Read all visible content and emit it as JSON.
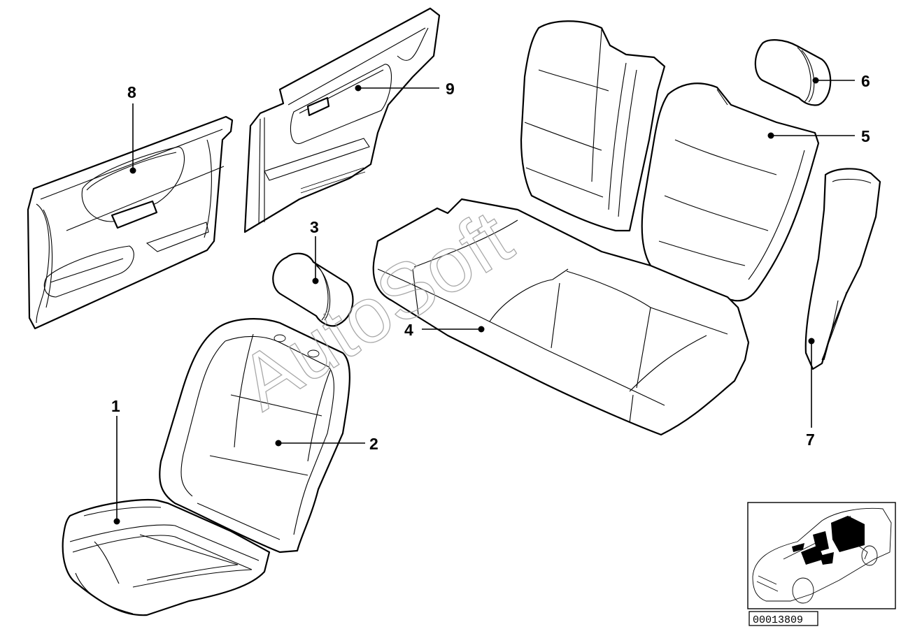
{
  "callouts": [
    "1",
    "2",
    "3",
    "4",
    "5",
    "6",
    "7",
    "8",
    "9"
  ],
  "watermark": "AutoSoft",
  "reference_number": "00013809",
  "icons": {
    "inset": "car-location-inset-icon"
  }
}
